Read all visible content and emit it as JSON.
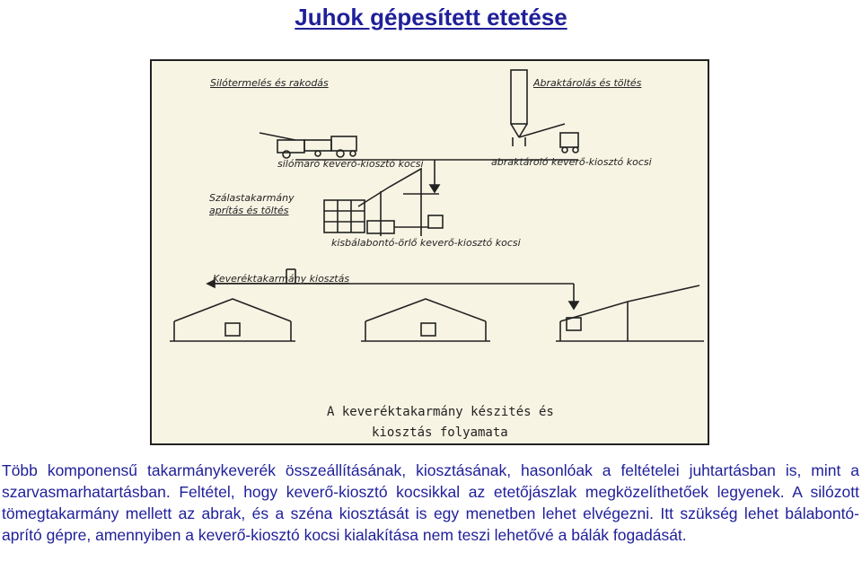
{
  "title": "Juhok gépesített etetése",
  "figure": {
    "labels": {
      "silage": "Silótermelés és rakodás",
      "silage_sub": "silómaró keverő-kiosztó kocsi",
      "concentrate": "Abraktárolás és töltés",
      "concentrate_sub": "abraktároló  keverő-kiosztó kocsi",
      "hay_line1": "Szálastakarmány",
      "hay_line2": "aprítás és töltés",
      "hay_sub": "kisbálabontó-örlő  keverő-kiosztó kocsi",
      "mix": "Keveréktakarmány kiosztás"
    },
    "caption_line1": "A keveréktakarmány készités és",
    "caption_line2": "kiosztás folyamata"
  },
  "body_text": "Több komponensű takarmánykeverék összeállításának, kiosztásának, hasonlóak a feltételei juhtartásban is, mint a szarvasmarhatartásban. Feltétel, hogy keverő-kiosztó kocsikkal az etetőjászlak megközelíthetőek legyenek. A silózott tömegtakarmány mellett az abrak, és a széna kiosztását is egy menetben lehet elvégezni. Itt szükség lehet bálabontó-aprító gépre, amennyiben a keverő-kiosztó kocsi kialakítása nem teszi lehetővé a bálák fogadását."
}
